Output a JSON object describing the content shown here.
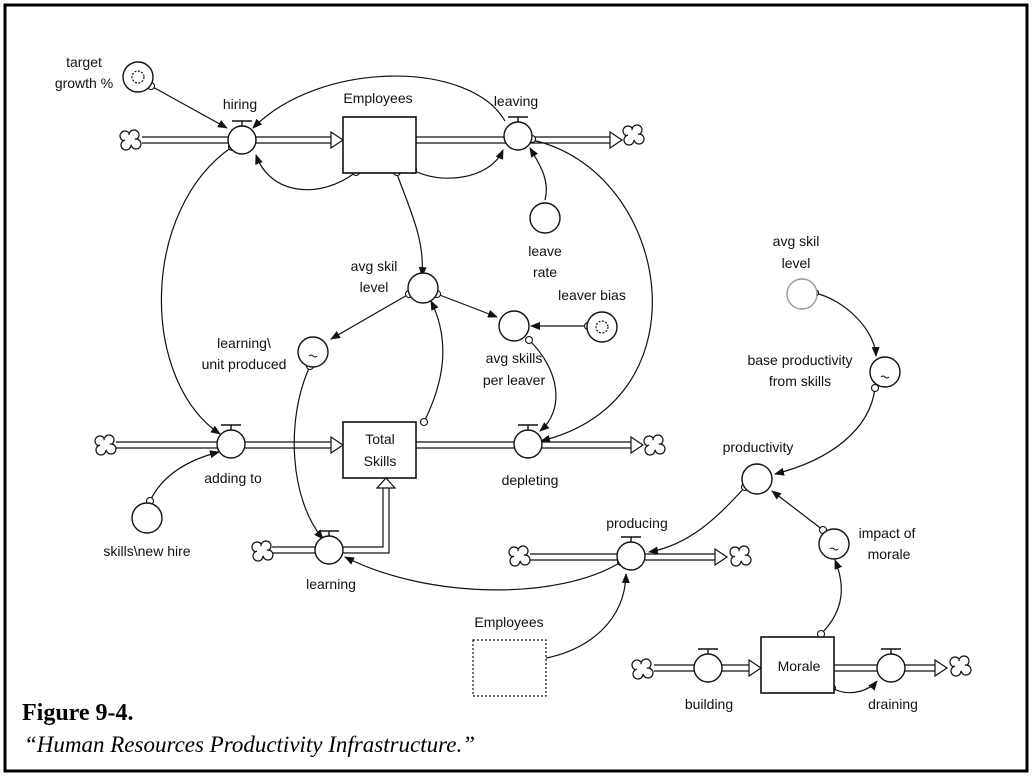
{
  "stocks": {
    "employees": "Employees",
    "total_skills_line1": "Total",
    "total_skills_line2": "Skills",
    "morale": "Morale",
    "employees_ghost": "Employees"
  },
  "flows": {
    "hiring": "hiring",
    "leaving": "leaving",
    "adding_to": "adding to",
    "depleting": "depleting",
    "learning": "learning",
    "producing": "producing",
    "building": "building",
    "draining": "draining"
  },
  "converters": {
    "target_growth_line1": "target",
    "target_growth_line2": "growth %",
    "leave_rate_line1": "leave",
    "leave_rate_line2": "rate",
    "avg_skil_level_line1": "avg skil",
    "avg_skil_level_line2": "level",
    "leaver_bias": "leaver bias",
    "avg_skills_per_leaver_line1": "avg skills",
    "avg_skills_per_leaver_line2": "per leaver",
    "learning_unit_line1": "learning\\",
    "learning_unit_line2": "unit produced",
    "skills_new_hire": "skills\\new hire",
    "avg_skil_level2_line1": "avg skil",
    "avg_skil_level2_line2": "level",
    "base_productivity_line1": "base productivity",
    "base_productivity_line2": "from skills",
    "productivity": "productivity",
    "impact_of_morale_line1": "impact of",
    "impact_of_morale_line2": "morale"
  },
  "caption": {
    "number": "Figure 9-4.",
    "title": "“Human Resources Productivity Infrastructure.”"
  },
  "colors": {
    "ink": "#111111",
    "ghost_converter": "#999999"
  }
}
